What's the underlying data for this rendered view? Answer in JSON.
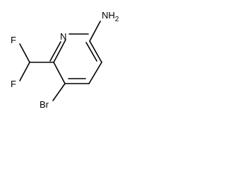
{
  "molecule": {
    "atoms": {
      "nh2": "NH2",
      "n_ring": "N",
      "f_top": "F",
      "f_bottom": "F",
      "br": "Br"
    },
    "colors": {
      "bond": "#000000",
      "label": "#000000",
      "background": "#ffffff"
    }
  }
}
